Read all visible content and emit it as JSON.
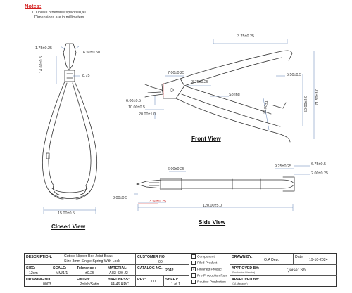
{
  "notes": {
    "title": "Notes:",
    "lines": [
      "1: Unless otherwise specified,all",
      "Dimensions are in millimeters."
    ]
  },
  "views": {
    "closed": "Closed View",
    "front": "Front View",
    "side": "Side View"
  },
  "dimensions": {
    "closed_1": "1.75±0.25",
    "closed_2": "6.50±0.50",
    "closed_3": "14.60±0.5",
    "closed_4": "8.75",
    "closed_5": "15.00±0.5",
    "front_1": "3.75±0.25",
    "front_2": "7.00±0.25",
    "front_3": "3.75±0.25",
    "front_4": "5.50±0.5",
    "front_5": "6.00±0.5",
    "front_6": "10.00±0.5",
    "front_7": "20.00±1.0",
    "front_8": "Spring",
    "front_9": "22.00±1",
    "front_10": "50.00±2.0",
    "front_11": "71.50±3.0",
    "side_1": "6.00±0.25",
    "side_2": "9.25±0.25",
    "side_3": "6.75±0.5",
    "side_4": "2.00±0.25",
    "side_5": "8.00±0.5",
    "side_6": "3.50±0.25",
    "side_7": "120.00±5.0"
  },
  "title_block": {
    "description_label": "DESCRIPTION:",
    "description_line1": "Cuticle Nipper Box Joint Beak",
    "description_line2": "Size 3mm Single Spring With Lock",
    "customer_no_label": "CUSTOMER NO.",
    "customer_no": "00",
    "options": [
      {
        "label": "Component",
        "checked": false
      },
      {
        "label": "Filed Product",
        "checked": false
      },
      {
        "label": "Finished Product",
        "checked": true
      },
      {
        "label": "Pre-Production Run",
        "checked": false
      },
      {
        "label": "Routine Production",
        "checked": false
      }
    ],
    "drawn_by_label": "DRAWN BY:",
    "drawn_by": "Q.A Dep.",
    "date_label": "Date:",
    "date": "19-10-2024",
    "size_label": "SIZE:",
    "size": "12cm",
    "scale_label": "SCALE:",
    "scale": "MM/1/1",
    "tolerance_label": "Tolerance :",
    "tolerance": "±0.25",
    "material_label": "MATERIAL:",
    "material": "AISI 420 J2",
    "catalog_no_label": "CATALOG NO.",
    "catalog_no": "2042",
    "approved_by_label_1": "APPROVED BY:",
    "approved_by_sub_1": "(Production Director)",
    "approved_by_1": "Qaiser Sb.",
    "drawing_no_label": "DRAWING NO.",
    "drawing_no": "0003",
    "finish_label": "FINISH:",
    "finish": "Polish/Satin",
    "hardness_label": "HARDNESS:",
    "hardness": "44-46 HRC",
    "rev_label": "REV:",
    "rev": "00",
    "sheet_label": "SHEET:",
    "sheet": "1 of 1",
    "approved_by_label_2": "APPROVED BY:",
    "approved_by_sub_2": "(QA Manager)"
  }
}
